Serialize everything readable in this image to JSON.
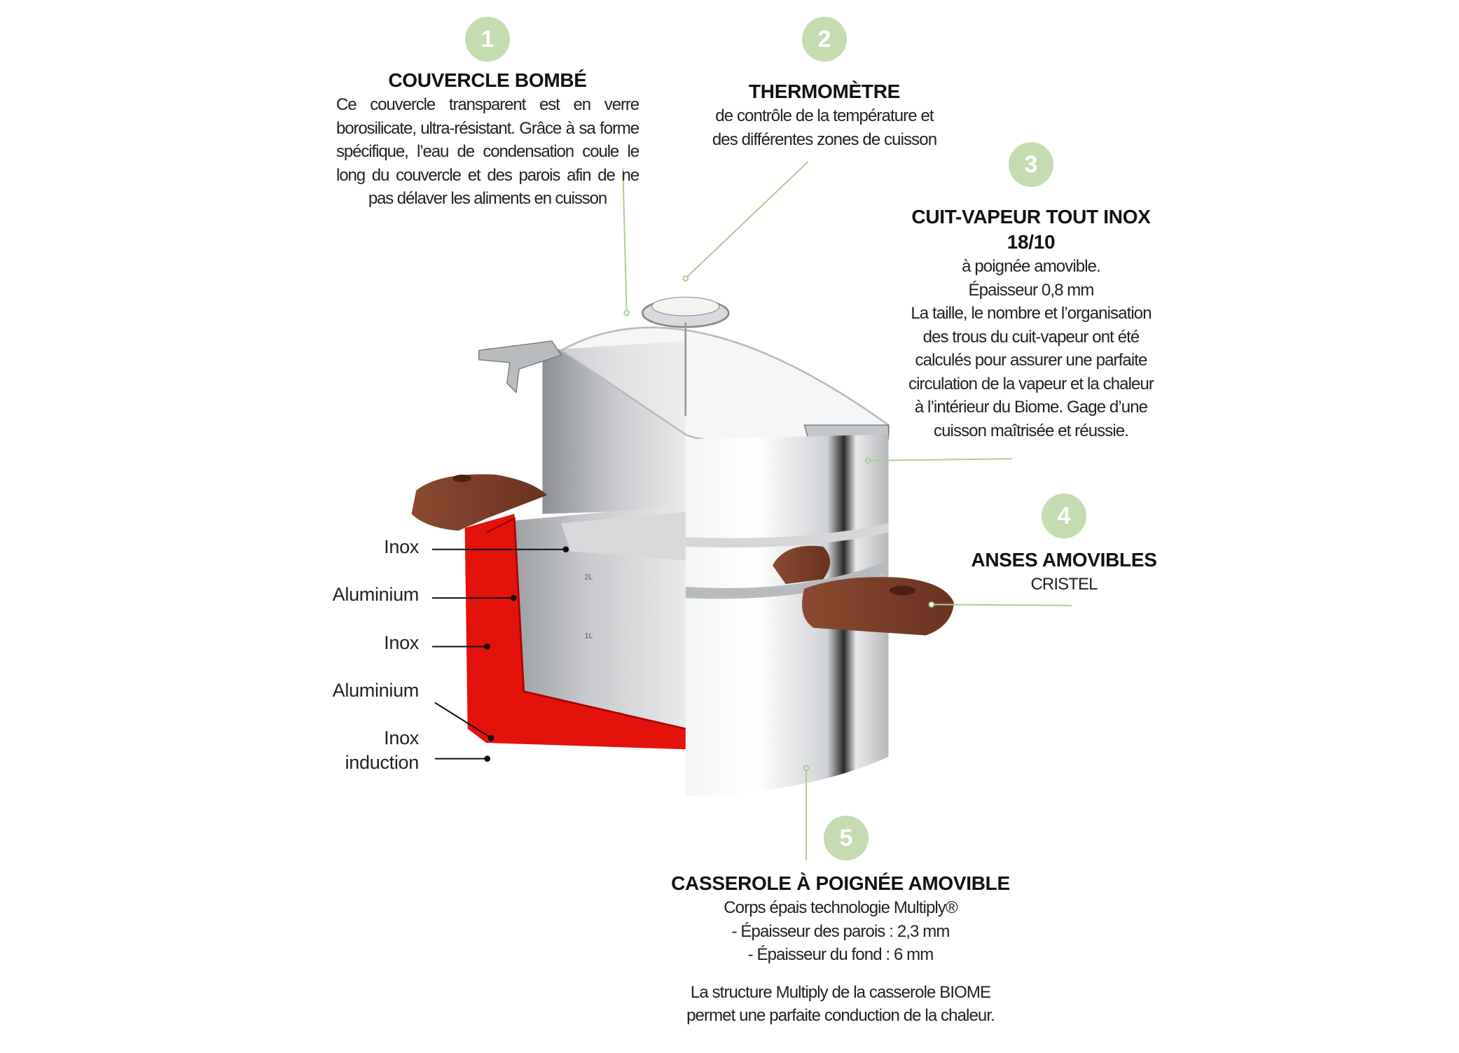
{
  "colors": {
    "badge": "#c5dbb0",
    "leader": "#a9cf94",
    "layer_red": "#e3120b",
    "wood": "#7b3e28",
    "steel": "#c9cbcd"
  },
  "callouts": [
    {
      "number": "1",
      "title": "COUVERCLE BOMBÉ",
      "body": "Ce couvercle transparent est en verre borosilicate, ultra-résistant. Grâce à sa forme spécifique, l’eau de condensation coule le long du couvercle et des parois afin de ne pas délaver les aliments en cuisson"
    },
    {
      "number": "2",
      "title": "THERMOMÈTRE",
      "lines": [
        "de contrôle de la température et",
        "des différentes  zones de cuisson"
      ]
    },
    {
      "number": "3",
      "title_lines": [
        "CUIT-VAPEUR TOUT INOX",
        "18/10"
      ],
      "lines": [
        "à poignée amovible.",
        "Épaisseur 0,8 mm",
        "La taille, le nombre et l’organisation",
        "des trous du cuit-vapeur ont été",
        "calculés pour assurer une parfaite",
        "circulation de la vapeur et la chaleur",
        "à l’intérieur du Biome. Gage d’une",
        "cuisson maîtrisée et réussie."
      ]
    },
    {
      "number": "4",
      "title": "ANSES AMOVIBLES",
      "lines": [
        "CRISTEL"
      ]
    },
    {
      "number": "5",
      "title": "CASSEROLE À POIGNÉE AMOVIBLE",
      "lines": [
        "Corps épais technologie Multiply®",
        "- Épaisseur des parois : 2,3 mm",
        "- Épaisseur du fond : 6 mm"
      ],
      "lines2": [
        "La structure Multiply de la casserole BIOME",
        "permet une parfaite conduction de la chaleur."
      ]
    }
  ],
  "layers": [
    "Inox",
    "Aluminium",
    "Inox",
    "Aluminium",
    "Inox",
    "induction"
  ],
  "pot_markings": [
    "2L",
    "1L"
  ]
}
